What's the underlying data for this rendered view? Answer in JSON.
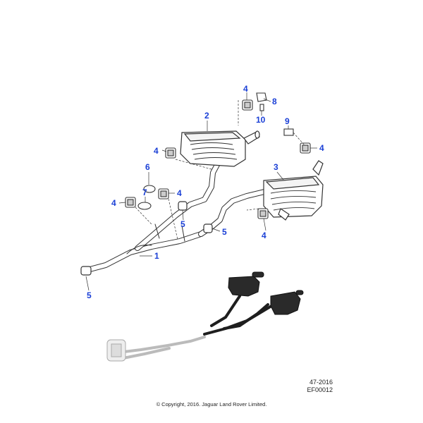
{
  "callouts": {
    "c1": "1",
    "c2": "2",
    "c3": "3",
    "c4a": "4",
    "c4b": "4",
    "c4c": "4",
    "c4d": "4",
    "c4e": "4",
    "c4f": "4",
    "c5a": "5",
    "c5b": "5",
    "c5c": "5",
    "c6": "6",
    "c7": "7",
    "c8": "8",
    "c9": "9",
    "c10": "10"
  },
  "reference": {
    "code": "47-2016",
    "id": "EF00012"
  },
  "copyright": "© Copyright, 2016. Jaguar Land Rover Limited.",
  "colors": {
    "callout": "#1a3fd6",
    "line": "#333333",
    "inset": "#1e1e1e"
  }
}
